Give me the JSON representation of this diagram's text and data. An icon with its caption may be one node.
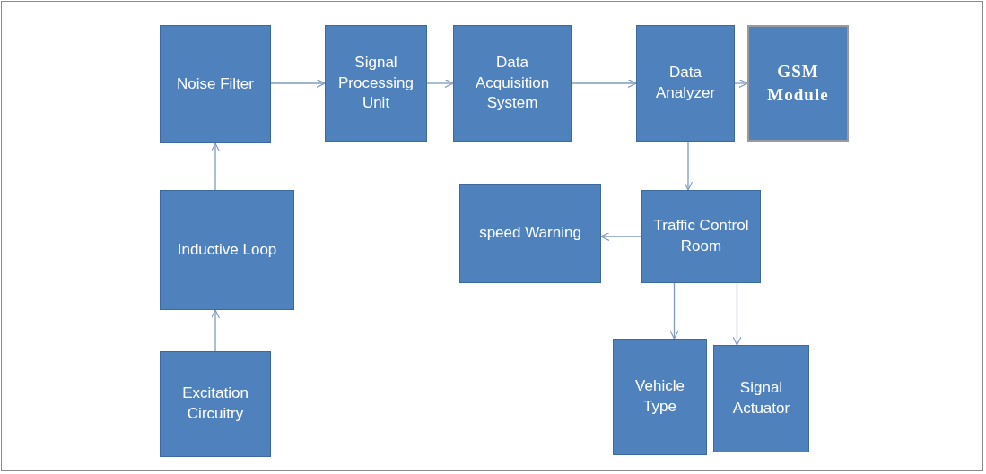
{
  "diagram": {
    "nodes": [
      {
        "text": [
          "Noise Filter"
        ]
      },
      {
        "text": [
          "Signal Processing Unit"
        ]
      },
      {
        "text": [
          "Data Acquisition System"
        ]
      },
      {
        "text": [
          "Data Analyzer"
        ]
      },
      {
        "text": [
          "GSM Module"
        ]
      },
      {
        "text": [
          "Inductive Loop"
        ]
      },
      {
        "text": [
          "Excitation Circuitry"
        ]
      },
      {
        "text": [
          "speed Warning"
        ]
      },
      {
        "text": [
          "Traffic Control Room"
        ]
      },
      {
        "text": [
          "Vehicle Type"
        ]
      },
      {
        "text": [
          "Signal Actuator"
        ]
      }
    ],
    "edges": [
      {
        "from": 0,
        "to": 1,
        "arrow": "to"
      },
      {
        "from": 1,
        "to": 2,
        "arrow": "to"
      },
      {
        "from": 2,
        "to": 3,
        "arrow": "to"
      },
      {
        "from": 3,
        "to": 4,
        "arrow": "to"
      },
      {
        "from": 5,
        "to": 0,
        "arrow": "to"
      },
      {
        "from": 6,
        "to": 5,
        "arrow": "to"
      },
      {
        "from": 3,
        "to": 8,
        "arrow": "to"
      },
      {
        "from": 8,
        "to": 7,
        "arrow": "to"
      },
      {
        "from": 8,
        "to": 9,
        "arrow": "to"
      },
      {
        "from": 8,
        "to": 10,
        "arrow": "to"
      }
    ]
  }
}
